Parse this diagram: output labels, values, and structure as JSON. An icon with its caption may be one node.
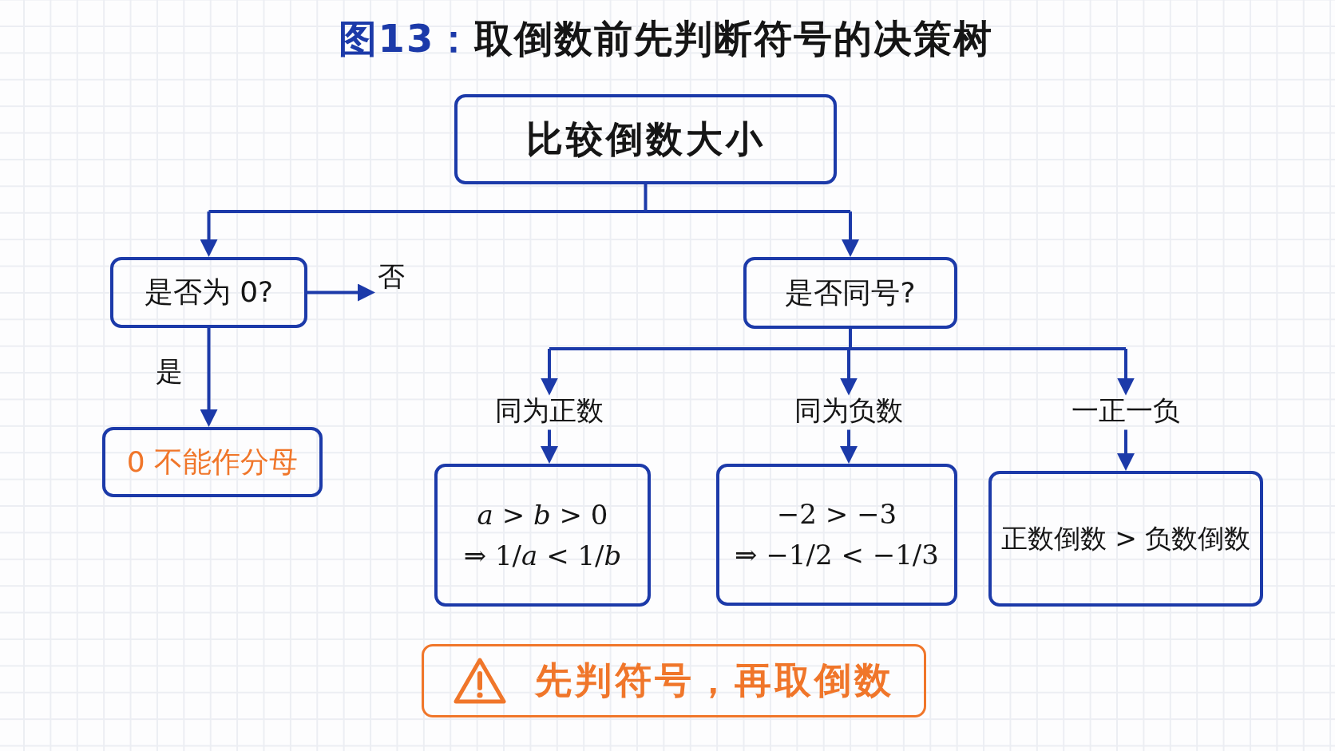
{
  "diagram": {
    "title": "图13：取倒数前先判断符号的决策树",
    "nodes": [
      {
        "text": [
          "比较倒数大小"
        ]
      },
      {
        "text": [
          "是否为 0?"
        ]
      },
      {
        "text": [
          "否"
        ]
      },
      {
        "text": [
          "是否同号?"
        ]
      },
      {
        "text": [
          "同为正数"
        ]
      },
      {
        "text": [
          "同为负数"
        ]
      },
      {
        "text": [
          "一正一负"
        ]
      },
      {
        "text": [
          "0 不能作分母"
        ]
      },
      {
        "text": [
          "*a* > *b* > 0",
          "⇒ 1/*a* < 1/*b*"
        ]
      },
      {
        "text": [
          "−2 > −3",
          "⇒ −1/2 < −1/3"
        ]
      },
      {
        "text": [
          "正数倒数 > 负数倒数"
        ]
      },
      {
        "text": [
          "先判符号，再取倒数"
        ]
      }
    ],
    "edges": [
      {
        "from": 0,
        "to": 1,
        "arrow": "to"
      },
      {
        "from": 0,
        "to": 3,
        "arrow": "to"
      },
      {
        "from": 1,
        "to": 2,
        "arrow": "to"
      },
      {
        "from": 1,
        "to": 7,
        "arrow": "to",
        "label": "是"
      },
      {
        "from": 3,
        "to": 4,
        "arrow": "to"
      },
      {
        "from": 3,
        "to": 5,
        "arrow": "to"
      },
      {
        "from": 3,
        "to": 6,
        "arrow": "to"
      },
      {
        "from": 4,
        "to": 8,
        "arrow": "to"
      },
      {
        "from": 5,
        "to": 9,
        "arrow": "to"
      },
      {
        "from": 6,
        "to": 10,
        "arrow": "to"
      }
    ]
  }
}
